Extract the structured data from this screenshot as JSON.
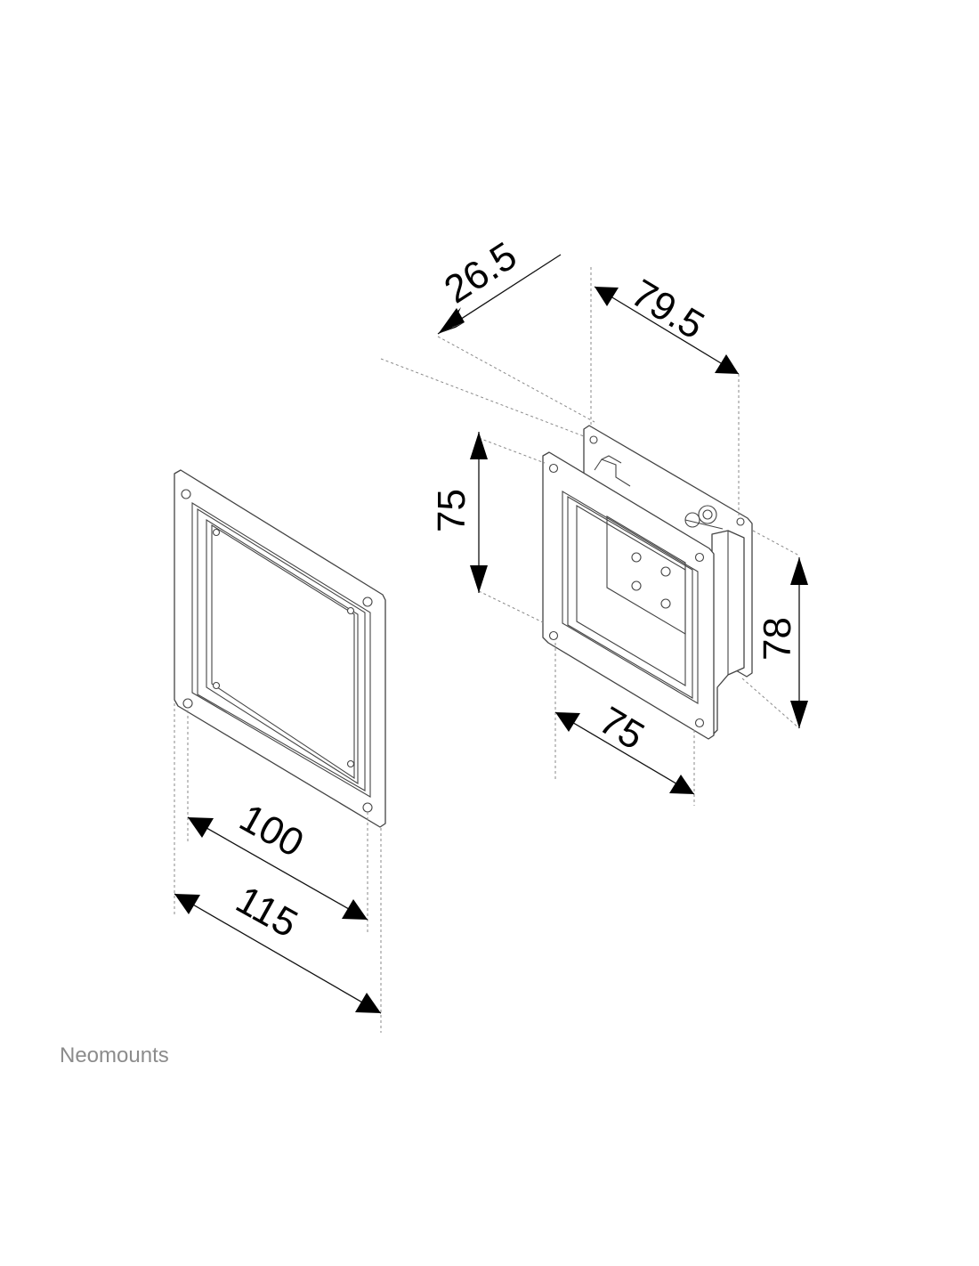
{
  "brand": "Neomounts",
  "dimensions": {
    "depth": "26.5",
    "width_top": "79.5",
    "height_left": "75",
    "height_right": "78",
    "width_bottom_right": "75",
    "hole_spacing": "100",
    "plate_width": "115"
  }
}
